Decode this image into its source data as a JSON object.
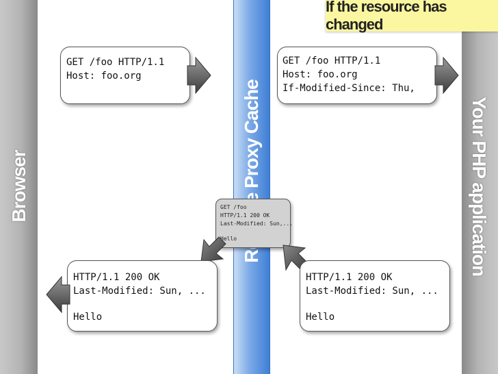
{
  "lanes": {
    "browser": "Browser",
    "cache": "Reverse Proxy Cache",
    "app": "Your PHP application"
  },
  "banner": {
    "text": "If the resource has changed"
  },
  "request_browser": {
    "lines": [
      "GET /foo HTTP/1.1",
      "Host: foo.org"
    ]
  },
  "request_cache": {
    "lines": [
      "GET /foo HTTP/1.1",
      "Host: foo.org",
      "If-Modified-Since: Thu,"
    ]
  },
  "cached_entry": {
    "lines": [
      "GET /foo",
      "HTTP/1.1 200 OK",
      "Last-Modified: Sun,...",
      "",
      "Hello"
    ]
  },
  "response_app": {
    "lines": [
      "HTTP/1.1 200 OK",
      "Last-Modified: Sun, ...",
      "",
      "Hello"
    ]
  },
  "response_browser": {
    "lines": [
      "HTTP/1.1 200 OK",
      "Last-Modified: Sun, ...",
      "",
      "Hello"
    ]
  },
  "colors": {
    "cache_lane": "#3f7fd6",
    "banner": "#fbf7a0",
    "arrow": "#5a5a5a"
  }
}
